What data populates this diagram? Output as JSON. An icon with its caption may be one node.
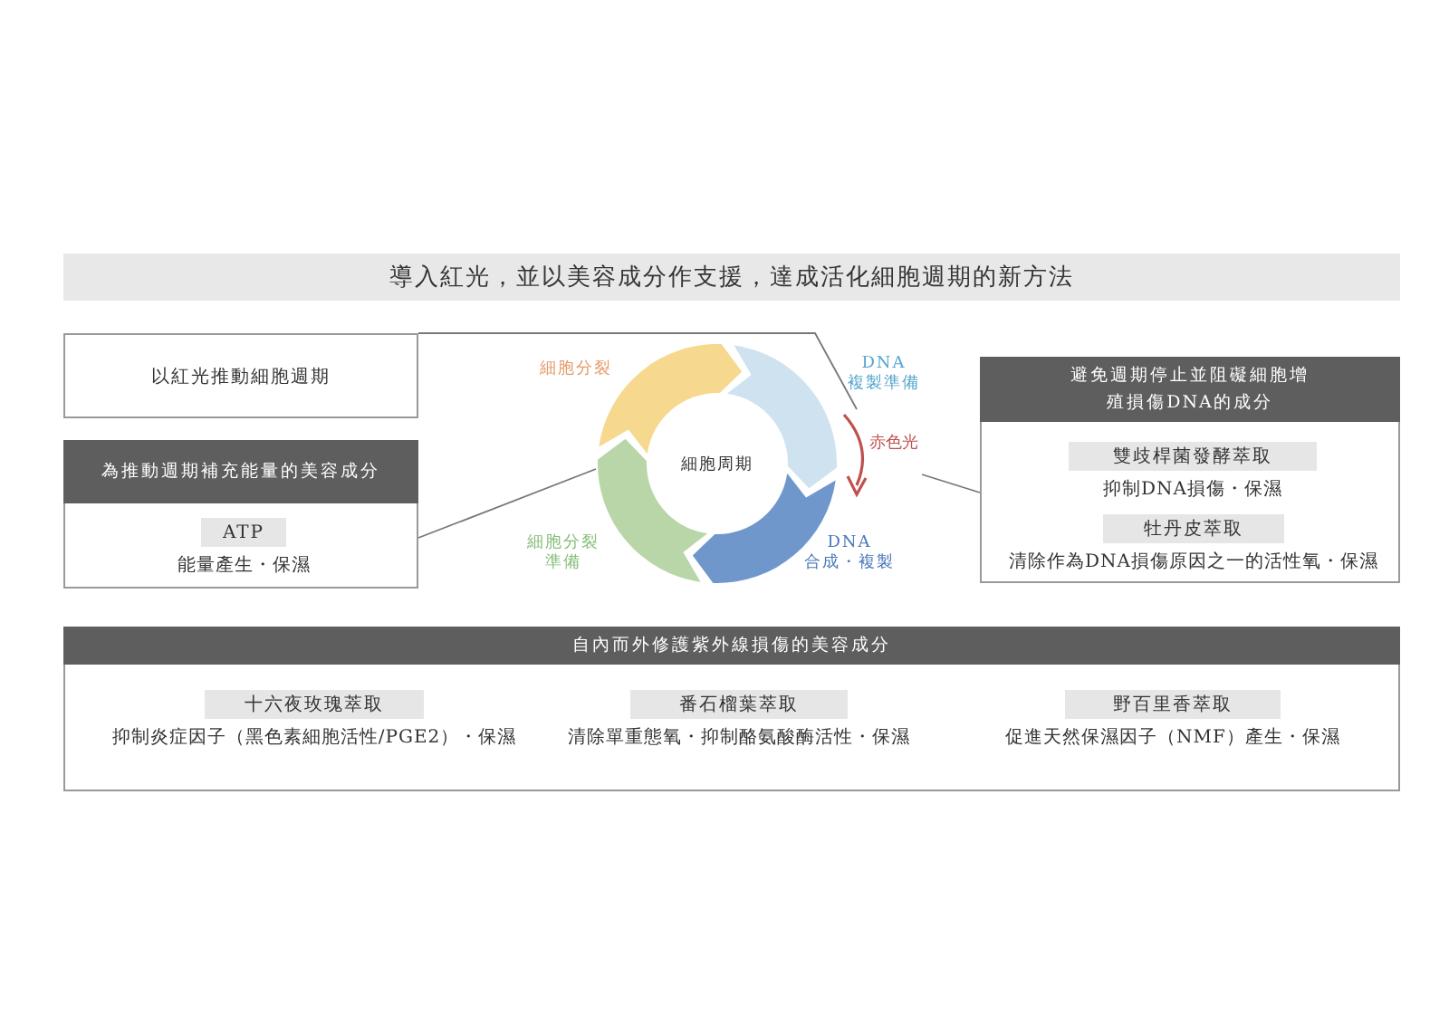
{
  "diagram": {
    "title": "導入紅光，並以美容成分作支援，達成活化細胞週期的新方法",
    "nodes": [
      {
        "text": [
          "以紅光推動細胞週期"
        ]
      },
      {
        "text": [
          "為推動週期補充能量的美容成分"
        ]
      },
      {
        "text": [
          "ATP"
        ],
        "in": 1,
        "beside": [
          "能量產生・保濕"
        ]
      },
      {
        "text": [
          "細胞周期"
        ]
      },
      {
        "text": [
          "赤色光"
        ]
      },
      {
        "text": [
          "避免週期停止並阻礙細胞增殖損傷DNA的成分"
        ]
      },
      {
        "text": [
          "雙歧桿菌發酵萃取"
        ],
        "in": 5,
        "beside": [
          "抑制DNA損傷・保濕"
        ]
      },
      {
        "text": [
          "牡丹皮萃取"
        ],
        "in": 5,
        "beside": [
          "清除作為DNA損傷原因之一的活性氧・保濕"
        ]
      },
      {
        "text": [
          "自內而外修護紫外線損傷的美容成分"
        ]
      },
      {
        "text": [
          "十六夜玫瑰萃取"
        ],
        "in": 8,
        "beside": [
          "抑制炎症因子（黑色素細胞活性/PGE2）・保濕"
        ]
      },
      {
        "text": [
          "番石榴葉萃取"
        ],
        "in": 8,
        "beside": [
          "清除單重態氧・抑制酪氨酸酶活性・保濕"
        ]
      },
      {
        "text": [
          "野百里香萃取"
        ],
        "in": 8,
        "beside": [
          "促進天然保濕因子（NMF）產生・保濕"
        ]
      }
    ],
    "edges": [
      {
        "from": 0,
        "to": 4,
        "arrow": "none"
      },
      {
        "from": 1,
        "to": 3,
        "arrow": "none"
      },
      {
        "from": 5,
        "to": 4,
        "arrow": "none"
      }
    ],
    "labels": [
      "細胞分裂",
      "DNA複製準備",
      "細胞分裂準備",
      "DNA合成・複製"
    ]
  }
}
